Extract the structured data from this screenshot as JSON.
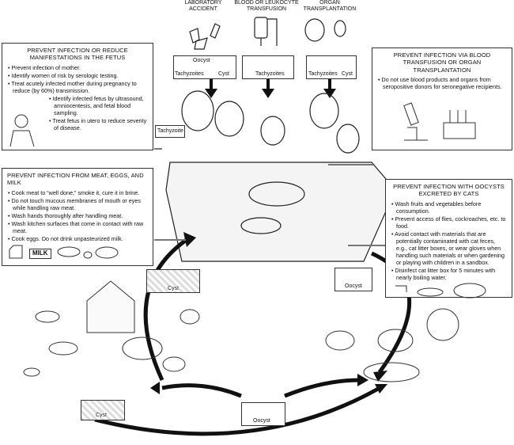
{
  "sources": [
    {
      "label": "LABORATORY ACCIDENT",
      "stages": [
        "Oocyst",
        "Tachyzoites",
        "Cyst"
      ]
    },
    {
      "label": "BLOOD OR LEUKOCYTE TRANSFUSION",
      "stages": [
        "Tachyzoites"
      ]
    },
    {
      "label": "ORGAN TRANSPLANTATION",
      "stages": [
        "Tachyzoites",
        "Cyst"
      ]
    }
  ],
  "fetus_box": {
    "title": "PREVENT INFECTION OR REDUCE MANIFESTATIONS IN THE FETUS",
    "items": [
      "Prevent infection of mother.",
      "Identify women of risk by serologic testing.",
      "Treat acutely infected mother during pregnancy to reduce (by 60%) transmission."
    ],
    "sub_items": [
      "Identify infected fetus by ultrasound, amniocentesis, and fetal blood sampling.",
      "Treat fetus in utero to reduce severity of disease."
    ]
  },
  "transfusion_box": {
    "title": "PREVENT INFECTION VIA BLOOD TRANSFUSION OR ORGAN TRANSPLANTATION",
    "items": [
      "Do not use blood products and organs from seropositive donors for seronegative recipients."
    ]
  },
  "meat_box": {
    "title": "PREVENT INFECTION FROM MEAT, EGGS, AND MILK",
    "items": [
      "Cook meat to “well done,” smoke it, cure it in brine.",
      "Do not touch mucous membranes of mouth or eyes while handling raw meat.",
      "Wash hands thoroughly after handling meat.",
      "Wash kitchen surfaces that come in contact with raw meat.",
      "Cook eggs. Do not drink unpasteurized milk."
    ],
    "milk_label": "MILK"
  },
  "cats_box": {
    "title": "PREVENT INFECTION WITH OOCYSTS EXCRETED BY CATS",
    "items": [
      "Wash fruits and vegetables before consumption.",
      "Prevent access of flies, cockroaches, etc. to food.",
      "Avoid contact with materials that are potentially contaminated with cat feces, e.g., cat litter boxes, or wear gloves when handling such materials or when gardening or playing with children in a sandbox.",
      "Disinfect cat litter box for 5 minutes with nearly boiling water."
    ]
  },
  "labels": {
    "table_tachyzoite": "Tachyzoite",
    "meat_cyst": "Cyst",
    "cat_oocyst": "Oocyst",
    "farm_cyst": "Cyst",
    "bottom_oocyst": "Oocyst"
  }
}
